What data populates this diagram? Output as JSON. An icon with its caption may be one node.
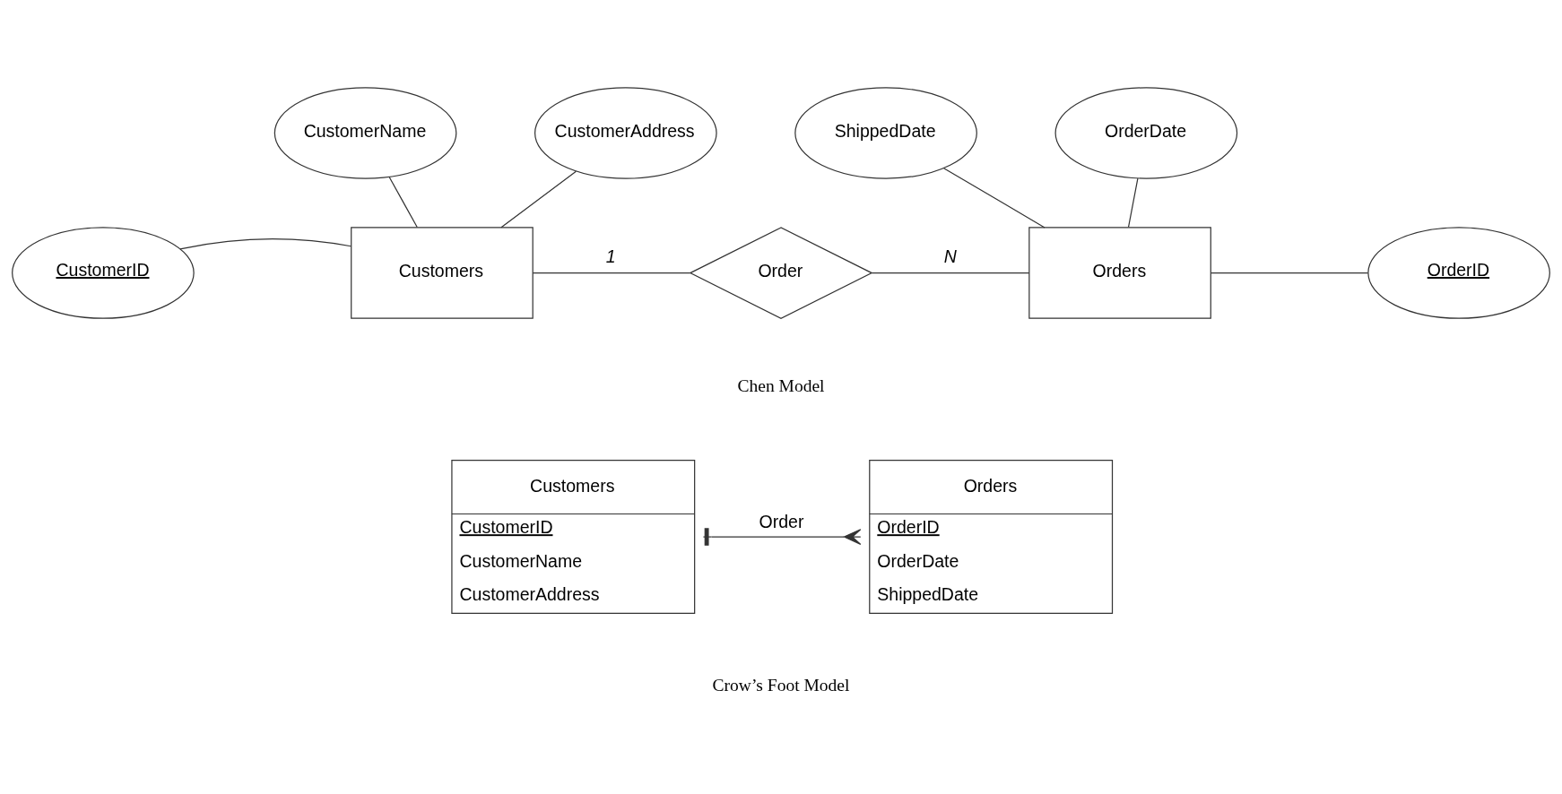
{
  "diagram": {
    "nodes": [
      {
        "text": [
          "CustomerName"
        ]
      },
      {
        "text": [
          "CustomerAddress"
        ]
      },
      {
        "text": [
          "ShippedDate"
        ]
      },
      {
        "text": [
          "OrderDate"
        ]
      },
      {
        "text": [
          "CustomerID"
        ]
      },
      {
        "text": [
          "Customers"
        ]
      },
      {
        "text": [
          "Order"
        ]
      },
      {
        "text": [
          "Orders"
        ]
      },
      {
        "text": [
          "OrderID"
        ]
      },
      {
        "text": [
          "Customers",
          "CustomerID",
          "CustomerName",
          "CustomerAddress"
        ]
      },
      {
        "text": [
          "Orders",
          "OrderID",
          "OrderDate",
          "ShippedDate"
        ]
      }
    ],
    "edges": [
      {
        "from": 0,
        "to": 5,
        "arrow": "none"
      },
      {
        "from": 1,
        "to": 5,
        "arrow": "none"
      },
      {
        "from": 4,
        "to": 5,
        "arrow": "none"
      },
      {
        "from": 5,
        "to": 6,
        "arrow": "none",
        "label": "1"
      },
      {
        "from": 6,
        "to": 7,
        "arrow": "none",
        "label": "N"
      },
      {
        "from": 2,
        "to": 7,
        "arrow": "none"
      },
      {
        "from": 3,
        "to": 7,
        "arrow": "none"
      },
      {
        "from": 7,
        "to": 8,
        "arrow": "none"
      },
      {
        "from": 9,
        "to": 10,
        "arrow": "other",
        "label": "Order"
      }
    ],
    "labels": [
      "Chen Model",
      "Crow’s Foot Model"
    ]
  }
}
